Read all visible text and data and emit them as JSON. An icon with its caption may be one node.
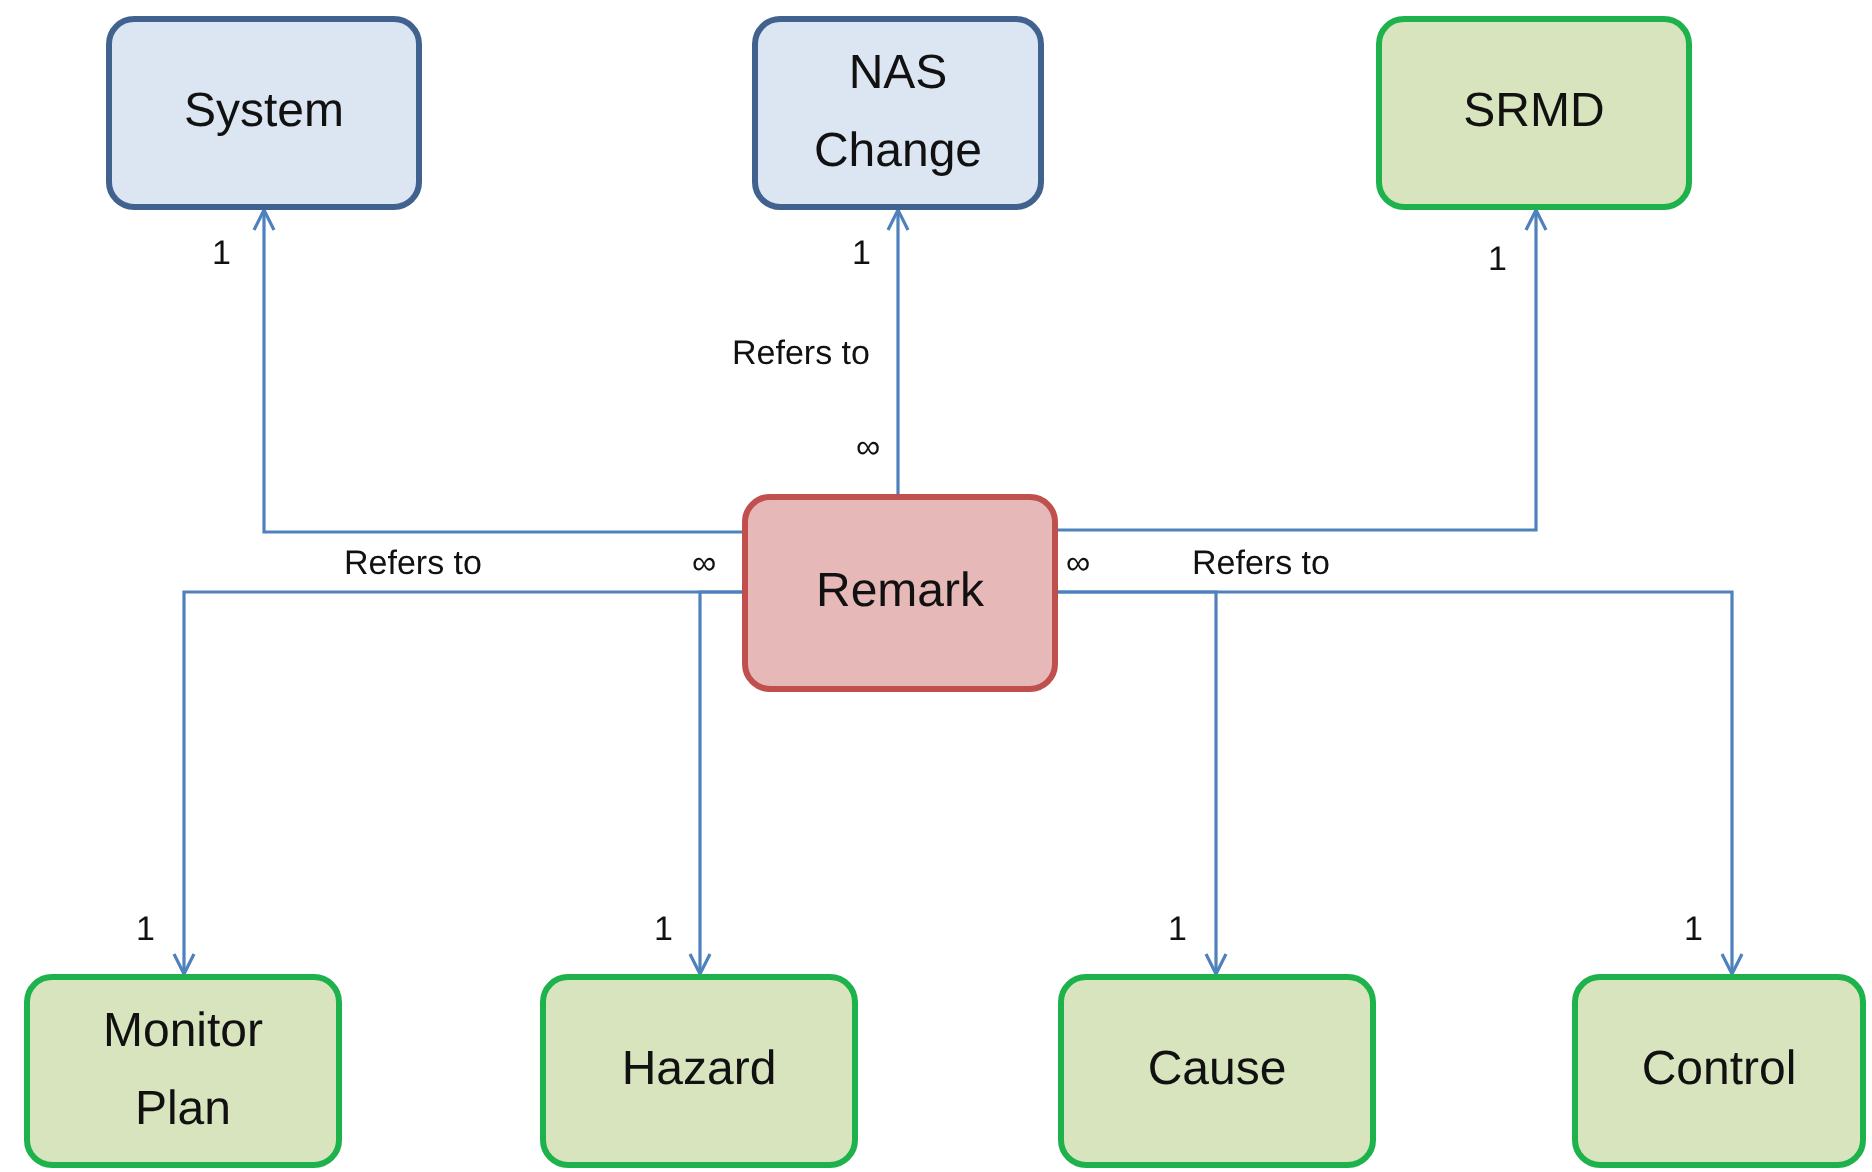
{
  "diagram": {
    "nodes": [
      {
        "text": [
          "System"
        ]
      },
      {
        "text": [
          "NAS Change"
        ]
      },
      {
        "text": [
          "SRMD"
        ]
      },
      {
        "text": [
          "Remark"
        ]
      },
      {
        "text": [
          "Monitor Plan"
        ]
      },
      {
        "text": [
          "Hazard"
        ]
      },
      {
        "text": [
          "Cause"
        ]
      },
      {
        "text": [
          "Control"
        ]
      }
    ],
    "edges": [
      {
        "from": 3,
        "to": 0,
        "arrow": "to"
      },
      {
        "from": 3,
        "to": 1,
        "arrow": "to",
        "label": "Refers to"
      },
      {
        "from": 3,
        "to": 2,
        "arrow": "to"
      },
      {
        "from": 3,
        "to": 4,
        "arrow": "to",
        "label": "Refers to"
      },
      {
        "from": 3,
        "to": 5,
        "arrow": "to"
      },
      {
        "from": 3,
        "to": 6,
        "arrow": "to",
        "label": "Refers to"
      },
      {
        "from": 3,
        "to": 7,
        "arrow": "to"
      }
    ],
    "labels": [
      "1",
      "1",
      "1",
      "∞",
      "∞",
      "∞",
      "1",
      "1",
      "1",
      "1"
    ]
  }
}
